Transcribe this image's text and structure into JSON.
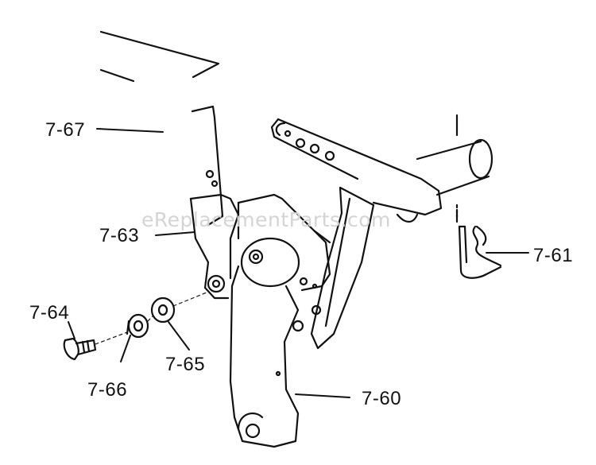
{
  "watermark": "eReplacementParts.com",
  "labels": {
    "p7_67": "7-67",
    "p7_63": "7-63",
    "p7_64": "7-64",
    "p7_66": "7-66",
    "p7_65": "7-65",
    "p7_60": "7-60",
    "p7_61": "7-61"
  },
  "colors": {
    "ink": "#111111",
    "paper": "#ffffff",
    "watermark": "#d4d4d4"
  }
}
